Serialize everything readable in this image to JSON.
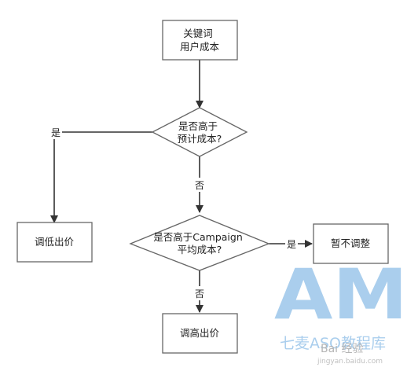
{
  "nodes": {
    "keyword_cost": {
      "lines": [
        "关键词",
        "用户成本"
      ]
    },
    "above_expected": {
      "lines": [
        "是否高于",
        "预计成本?"
      ]
    },
    "lower_bid": {
      "lines": [
        "调低出价"
      ]
    },
    "above_campaign": {
      "lines": [
        "是否高于Campaign",
        "平均成本?"
      ]
    },
    "no_adjust": {
      "lines": [
        "暂不调整"
      ]
    },
    "raise_bid": {
      "lines": [
        "调高出价"
      ]
    }
  },
  "edges": {
    "yes_1": "是",
    "no_1": "否",
    "yes_2": "是",
    "no_2": "否"
  },
  "watermark": {
    "logo": "AM",
    "text": "七麦ASO教程库",
    "baidu_text": "Bai 经验",
    "url": "jingyan.baidu.com"
  },
  "colors": {
    "node_border": "#666666",
    "arrow": "#333333",
    "watermark": "#9cc6ea"
  }
}
